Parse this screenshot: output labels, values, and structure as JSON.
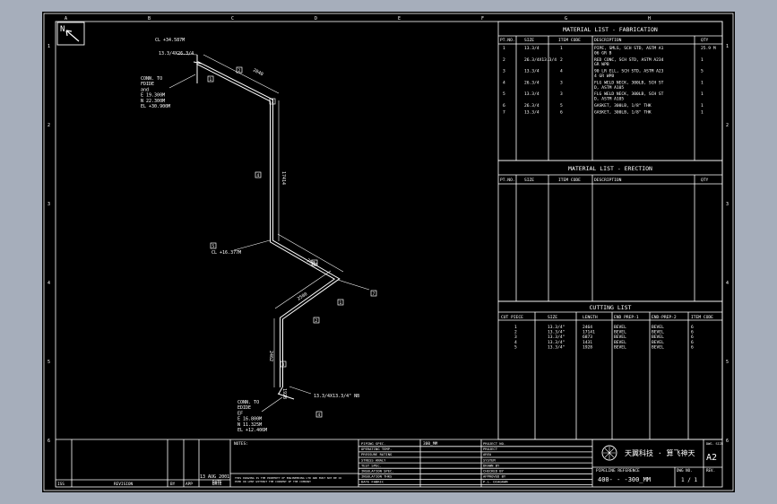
{
  "frame": {
    "col_letters": [
      "A",
      "B",
      "C",
      "D",
      "E",
      "F",
      "G",
      "H"
    ],
    "row_numbers": [
      "1",
      "2",
      "3",
      "4",
      "5",
      "6"
    ]
  },
  "north": {
    "label": "N"
  },
  "fabrication": {
    "title": "MATERIAL LIST - FABRICATION",
    "headers": [
      "PT.NO.",
      "SIZE",
      "ITEM CODE",
      "DESCRIPTION",
      "QTY"
    ],
    "rows": [
      [
        "1",
        "13.3/4",
        "1",
        "PIPE, SMLS, SCH STD, ASTM A106 GR B",
        "25.9 M"
      ],
      [
        "2",
        "26.3/4X13.3/4",
        "2",
        "RED CONC, SCH STD, ASTM A234 GR WPB",
        "1"
      ],
      [
        "3",
        "13.3/4",
        "4",
        "90 LR ELL, SCH STD, ASTM A234 GR WPB",
        "5"
      ],
      [
        "4",
        "26.3/4",
        "3",
        "FLG WELD NECK, 300LB, SCH STD, ASTM A105",
        "1"
      ],
      [
        "5",
        "13.3/4",
        "3",
        "FLG WELD NECK, 300LB, SCH STD, ASTM A105",
        "1"
      ],
      [
        "6",
        "26.3/4",
        "5",
        "GASKET, 300LB, 1/8\" THK",
        "1"
      ],
      [
        "7",
        "13.3/4",
        "6",
        "GASKET, 300LB, 1/8\" THK",
        "1"
      ]
    ]
  },
  "erection": {
    "title": "MATERIAL LIST - ERECTION",
    "headers": [
      "PT.NO.",
      "SIZE",
      "ITEM CODE",
      "DESCRIPTION",
      "QTY"
    ]
  },
  "cutting": {
    "title": "CUTTING LIST",
    "headers": [
      "CUT PIECE",
      "SIZE",
      "LENGTH",
      "END PREP-1",
      "END-PREP-2",
      "ITEM CODE"
    ],
    "rows": [
      [
        "1",
        "13.3/4\"",
        "2464",
        "BEVEL",
        "BEVEL",
        "6"
      ],
      [
        "2",
        "13.3/4\"",
        "17141",
        "BEVEL",
        "BEVEL",
        "6"
      ],
      [
        "3",
        "13.3/4\"",
        "6873",
        "BEVEL",
        "BEVEL",
        "6"
      ],
      [
        "4",
        "13.3/4\"",
        "1431",
        "BEVEL",
        "BEVEL",
        "6"
      ],
      [
        "5",
        "13.3/4\"",
        "1928",
        "BEVEL",
        "BEVEL",
        "6"
      ]
    ]
  },
  "drawing": {
    "top_label": "CL +34.587M",
    "top_size": "13.3/4X26.3/4",
    "conn_top": [
      "CONN. TO",
      "FDIDE",
      "and",
      "E 19.300M",
      "N 22.300M",
      "EL +30.900M"
    ],
    "mid_el": "CL +16.377M",
    "conn_bot": [
      "CONN. TO",
      "EDIDE",
      "EF",
      "E 16.800M",
      "N 11.325M",
      "EL +12.406M"
    ],
    "bot_size": "13.3/4X13.3/4\" NB",
    "dims": [
      "2840",
      "17414",
      "2900",
      "2500",
      "2462",
      "1928"
    ],
    "tags": [
      "1",
      "2",
      "3",
      "4",
      "5",
      "6",
      "7"
    ]
  },
  "title_block": {
    "notes_label": "NOTES:",
    "revision_labels": [
      "ISS",
      "REVISION",
      "BY",
      "APP",
      "DATE"
    ],
    "date_stamp": "13 AUG 2001",
    "date_label": "DATE",
    "disclaimer": "THIS DRAWING IS THE PROPERTY OF ENGINEERING LTD AND MUST NOT BE COPIED OR LENT WITHOUT THE CONSENT OF THE COMPANY",
    "spec_labels": [
      "PIPING SPEC.",
      "OPERATING TEMP.",
      "PRESSURE RATING",
      "STRESS ANALY",
      "TEST SPEC.",
      "INSULATION SPEC.",
      "INSULATION THKS",
      "DATE FABRIC"
    ],
    "spec_value": "300_MM",
    "project_labels": [
      "PROJECT NO.",
      "PROJECT",
      "AREA",
      "SYSTEM",
      "DRAWN BY",
      "CHECKED BY",
      "APPROVED BY",
      "P.L. DIAGRAM"
    ],
    "company_logo_text": "天翼科技 · 算飞神天",
    "pipeline_ref_label": "PIPELINE REFERENCE",
    "pipeline_ref": "400- - -300_MM",
    "dwg_no_label": "DWG NO.",
    "dwg_no": "1 / 1",
    "dwg_label": "DWG. SIZE",
    "dwg_size": "A2",
    "rev_label": "REV."
  }
}
